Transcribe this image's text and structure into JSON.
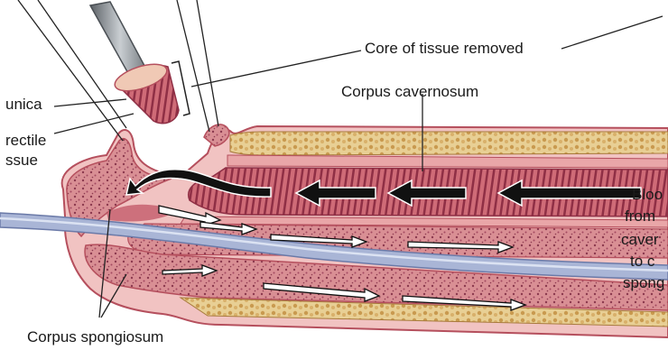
{
  "labels": {
    "core": "Core of tissue removed",
    "cavernosum": "Corpus cavernosum",
    "tunica": "unica",
    "erectile_1": "rectile",
    "erectile_2": "ssue",
    "spongiosum": "Corpus spongiosum",
    "blood_1": "Bloo",
    "blood_2": "from",
    "blood_3": "caver",
    "blood_4": "to c",
    "blood_5": "spong"
  },
  "colors": {
    "tissue": "#d98f94",
    "tissue_dark": "#b54f5d",
    "speckle": "#8c3a4f",
    "fat": "#e2c587",
    "fat_dark": "#a87a3c",
    "urethra": "#a9b5d6",
    "cavernous": "#c76270",
    "arrow": "#111111",
    "instrument": "#8e969c"
  }
}
